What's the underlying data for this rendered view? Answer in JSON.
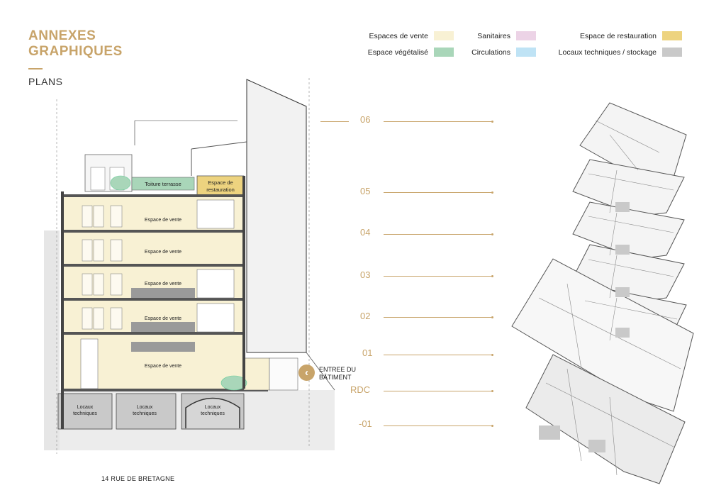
{
  "header": {
    "title_line1": "ANNEXES",
    "title_line2": "GRAPHIQUES",
    "subtitle": "PLANS"
  },
  "legend": [
    {
      "label": "Espaces de vente",
      "color": "#f8f1d4"
    },
    {
      "label": "Sanitaires",
      "color": "#ecd3e6"
    },
    {
      "label": "Espace de restauration",
      "color": "#edd37f"
    },
    {
      "label": "Espace végétalisé",
      "color": "#a9d6b9"
    },
    {
      "label": "Circulations",
      "color": "#bfe3f5"
    },
    {
      "label": "Locaux techniques / stockage",
      "color": "#c9c9c9"
    }
  ],
  "section": {
    "toiture": "Toiture terrasse",
    "restauration_l1": "Espace de",
    "restauration_l2": "restauration",
    "vente": "Espace de vente",
    "locaux_l1": "Locaux",
    "locaux_l2": "techniques"
  },
  "levels": [
    "06",
    "05",
    "04",
    "03",
    "02",
    "01",
    "RDC",
    "-01"
  ],
  "entree": {
    "line1": "ENTREE DU",
    "line2": "BÂTIMENT"
  },
  "address": "14 RUE DE BRETAGNE"
}
